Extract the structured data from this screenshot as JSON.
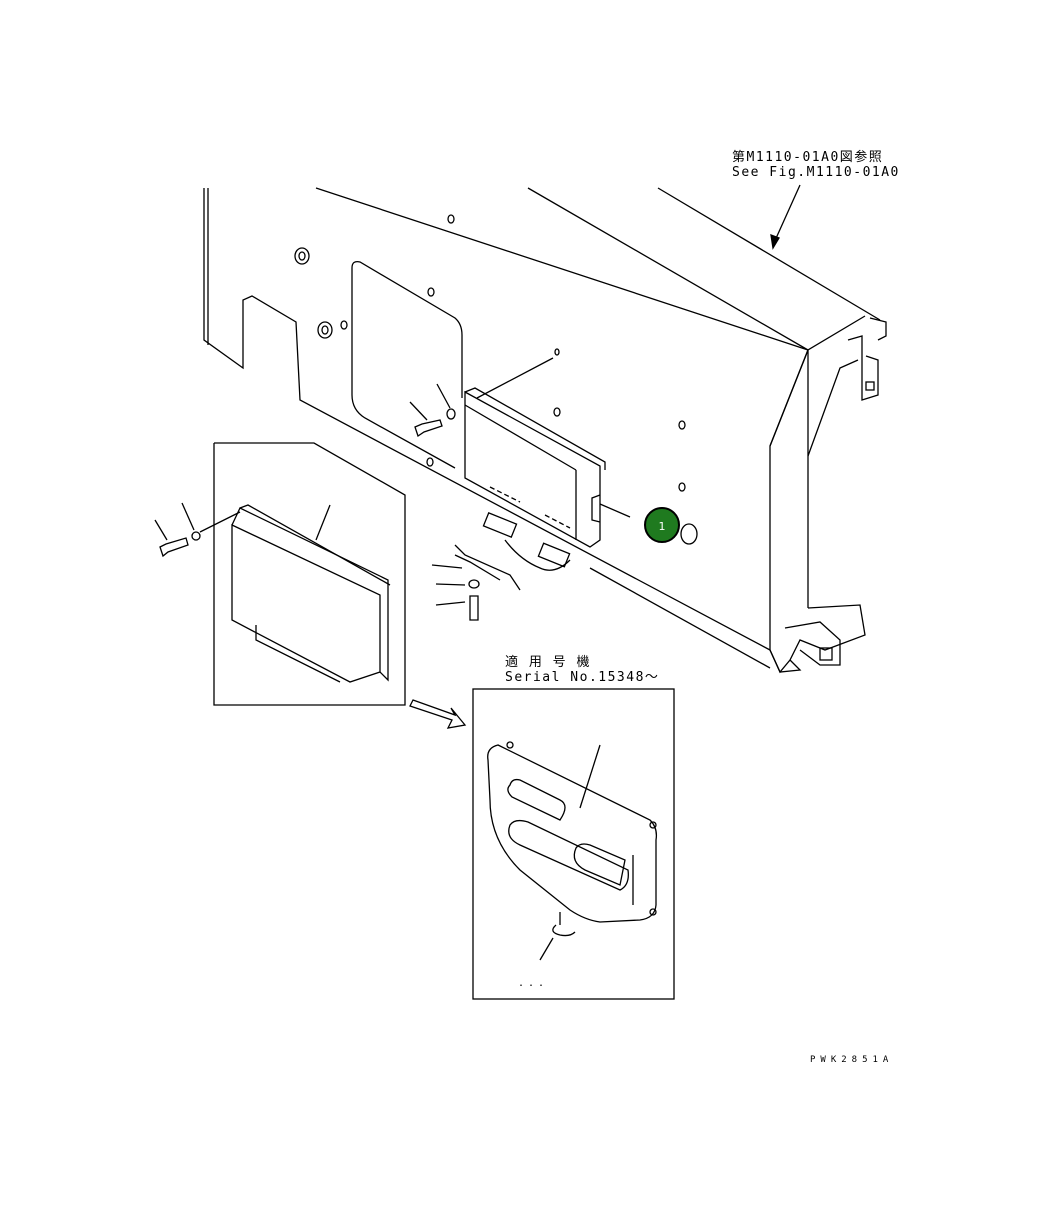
{
  "labels": {
    "reference_jp": "第M1110-01A0図参照",
    "reference_en": "See Fig.M1110-01A0",
    "serial_jp": "適 用 号 機",
    "serial_en": "Serial No.15348～",
    "drawing_code": "PWK2851A",
    "dots": "..."
  },
  "callouts": [
    {
      "number": "1",
      "color": "#1f7a1f"
    }
  ],
  "colors": {
    "line": "#000000",
    "background": "#ffffff",
    "callout_fill": "#1f7a1f"
  }
}
